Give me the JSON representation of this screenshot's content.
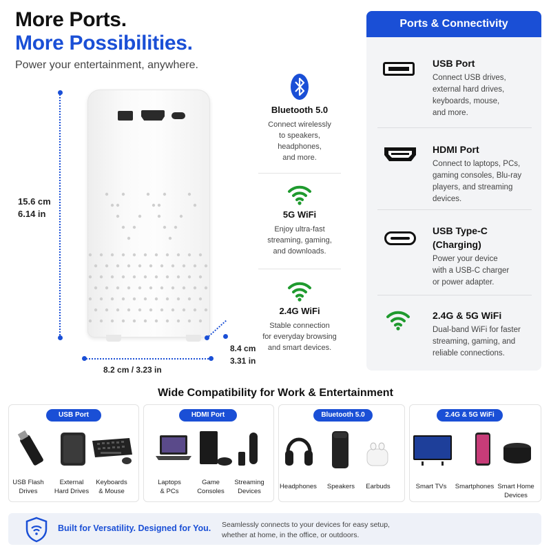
{
  "header": {
    "title_line1": "More Ports.",
    "title_line2": "More Possibilities.",
    "tagline": "Power your entertainment, anywhere."
  },
  "dimensions": {
    "height_cm": "15.6 cm",
    "height_in": "6.14 in",
    "width": "8.2 cm / 3.23 in",
    "depth_cm": "8.4 cm",
    "depth_in": "3.31 in"
  },
  "middle_features": [
    {
      "icon": "bluetooth-icon",
      "title": "Bluetooth 5.0",
      "lines": [
        "Connect wirelessly",
        "to speakers,",
        "headphones,",
        "and more."
      ]
    },
    {
      "icon": "wifi-icon",
      "title": "5G WiFi",
      "lines": [
        "Enjoy ultra-fast",
        "streaming, gaming,",
        "and downloads."
      ]
    },
    {
      "icon": "wifi-icon",
      "title": "2.4G WiFi",
      "lines": [
        "Stable connection",
        "for everyday browsing",
        "and smart devices."
      ]
    }
  ],
  "panel": {
    "title": "Ports & Connectivity",
    "rows": [
      {
        "icon": "usb-port-icon",
        "title": "USB Port",
        "lines": [
          "Connect USB drives,",
          "external hard drives,",
          "keyboards, mouse,",
          "and more."
        ]
      },
      {
        "icon": "hdmi-port-icon",
        "title": "HDMI Port",
        "lines": [
          "Connect to laptops, PCs,",
          "gaming consoles, Blu-ray",
          "players, and streaming",
          "devices."
        ]
      },
      {
        "icon": "usb-c-port-icon",
        "title_lines": [
          "USB Type-C",
          "(Charging)"
        ],
        "lines": [
          "Power your device",
          "with a USB-C charger",
          "or power adapter."
        ]
      },
      {
        "icon": "wifi-icon",
        "title": "2.4G & 5G WiFi",
        "lines": [
          "Dual-band WiFi for faster",
          "streaming, gaming, and",
          "reliable connections."
        ]
      }
    ]
  },
  "compatibility": {
    "title": "Wide Compatibility for Work & Entertainment",
    "groups": [
      {
        "pill": "USB Port",
        "items": [
          [
            "USB Flash",
            "Drives"
          ],
          [
            "External",
            "Hard Drives"
          ],
          [
            "Keyboards",
            "& Mouse"
          ]
        ]
      },
      {
        "pill": "HDMI Port",
        "items": [
          [
            "Laptops",
            "& PCs"
          ],
          [
            "Game",
            "Consoles"
          ],
          [
            "Streaming",
            "Devices"
          ]
        ]
      },
      {
        "pill": "Bluetooth 5.0",
        "items": [
          [
            "Headphones"
          ],
          [
            "Speakers"
          ],
          [
            "Earbuds"
          ]
        ]
      },
      {
        "pill": "2.4G & 5G WiFi",
        "items": [
          [
            "Smart TVs"
          ],
          [
            "Smartphones"
          ],
          [
            "Smart Home",
            "Devices"
          ]
        ]
      }
    ]
  },
  "banner": {
    "icon": "shield-wifi-icon",
    "title": "Built for Versatility. Designed for You.",
    "desc_line1": "Seamlessly connects to your devices for easy setup,",
    "desc_line2": "whether at home, in the office, or outdoors."
  },
  "colors": {
    "accent": "#1a4fd6",
    "wifi_green": "#1f9a2e",
    "dark": "#111111"
  }
}
